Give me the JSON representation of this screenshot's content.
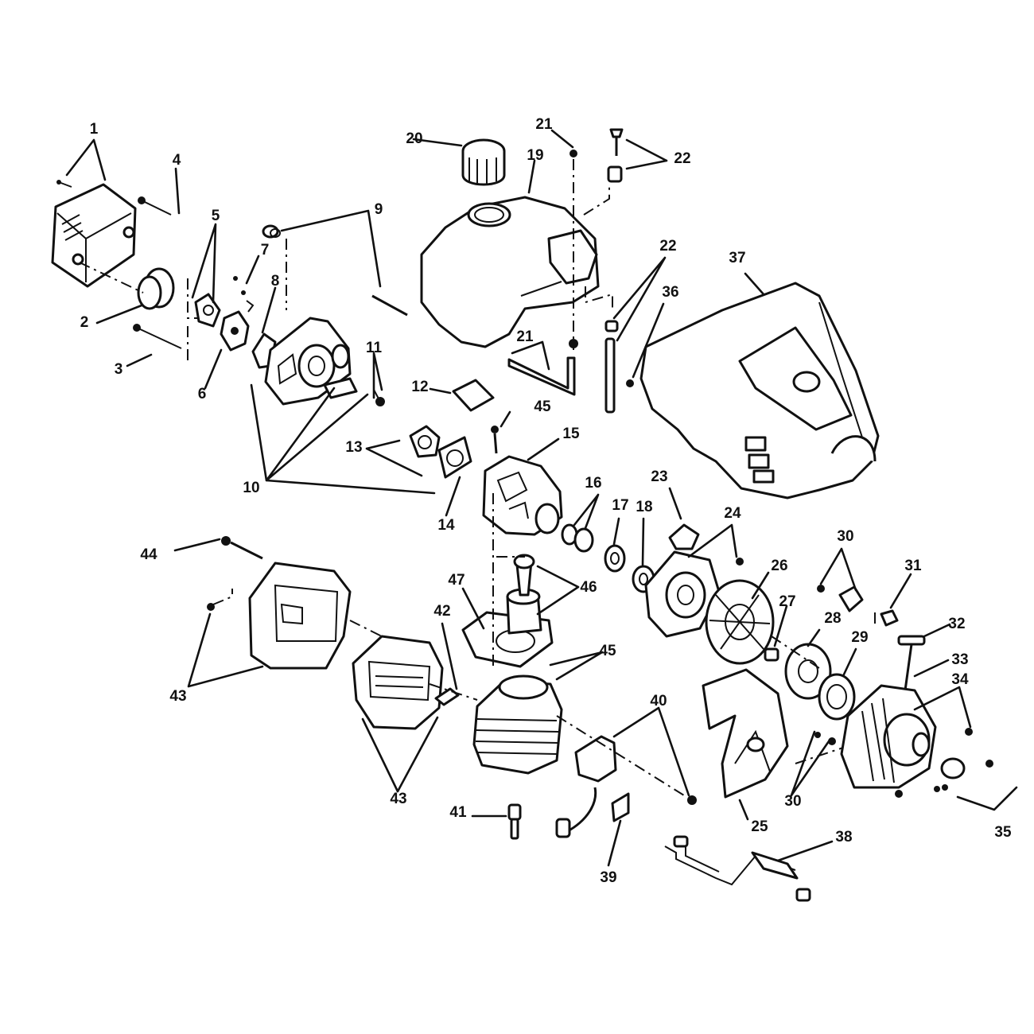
{
  "labels": {
    "p1": "1",
    "p2": "2",
    "p3": "3",
    "p4": "4",
    "p5": "5",
    "p6": "6",
    "p7": "7",
    "p8": "8",
    "p9": "9",
    "p10": "10",
    "p11": "11",
    "p12": "12",
    "p13": "13",
    "p14": "14",
    "p15": "15",
    "p16": "16",
    "p17": "17",
    "p18": "18",
    "p19": "19",
    "p20": "20",
    "p21a": "21",
    "p21b": "21",
    "p22a": "22",
    "p22b": "22",
    "p23": "23",
    "p24": "24",
    "p25": "25",
    "p26": "26",
    "p27": "27",
    "p28": "28",
    "p29": "29",
    "p30a": "30",
    "p30b": "30",
    "p31": "31",
    "p32": "32",
    "p33": "33",
    "p34": "34",
    "p35": "35",
    "p36": "36",
    "p37": "37",
    "p38": "38",
    "p39": "39",
    "p40": "40",
    "p41": "41",
    "p42": "42",
    "p43a": "43",
    "p43b": "43",
    "p44": "44",
    "p45a": "45",
    "p45b": "45",
    "p46": "46",
    "p47": "47"
  },
  "colors": {
    "ink": "#111111",
    "paper": "#ffffff"
  }
}
